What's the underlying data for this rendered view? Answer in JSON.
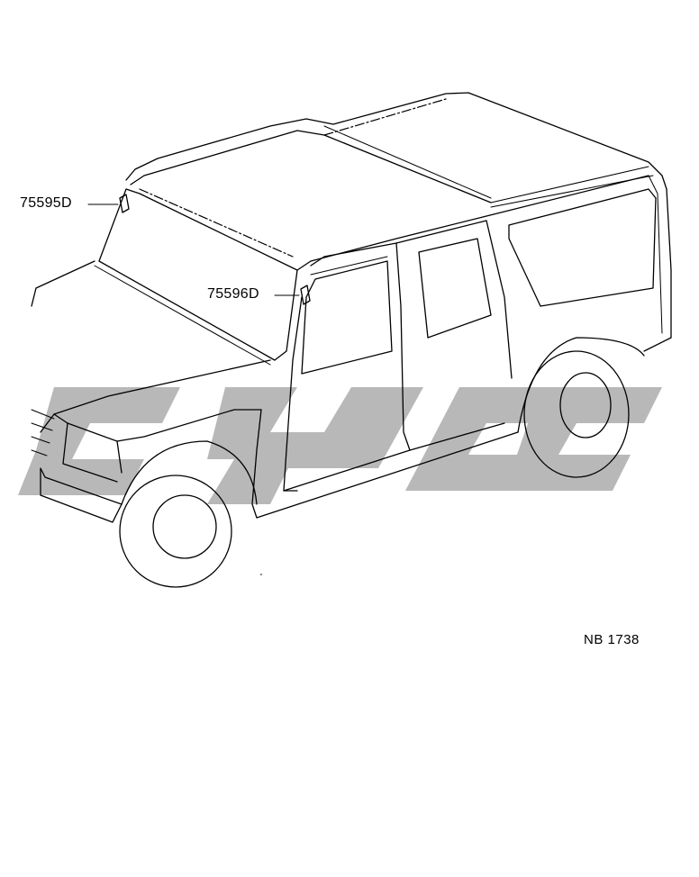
{
  "callouts": [
    {
      "part_number": "75595D"
    },
    {
      "part_number": "75596D"
    }
  ],
  "diagram_code": "NB 1738",
  "watermark": {
    "text": "CYC",
    "color": "#b8b8b8"
  },
  "colors": {
    "line": "#000000",
    "background": "#ffffff"
  }
}
